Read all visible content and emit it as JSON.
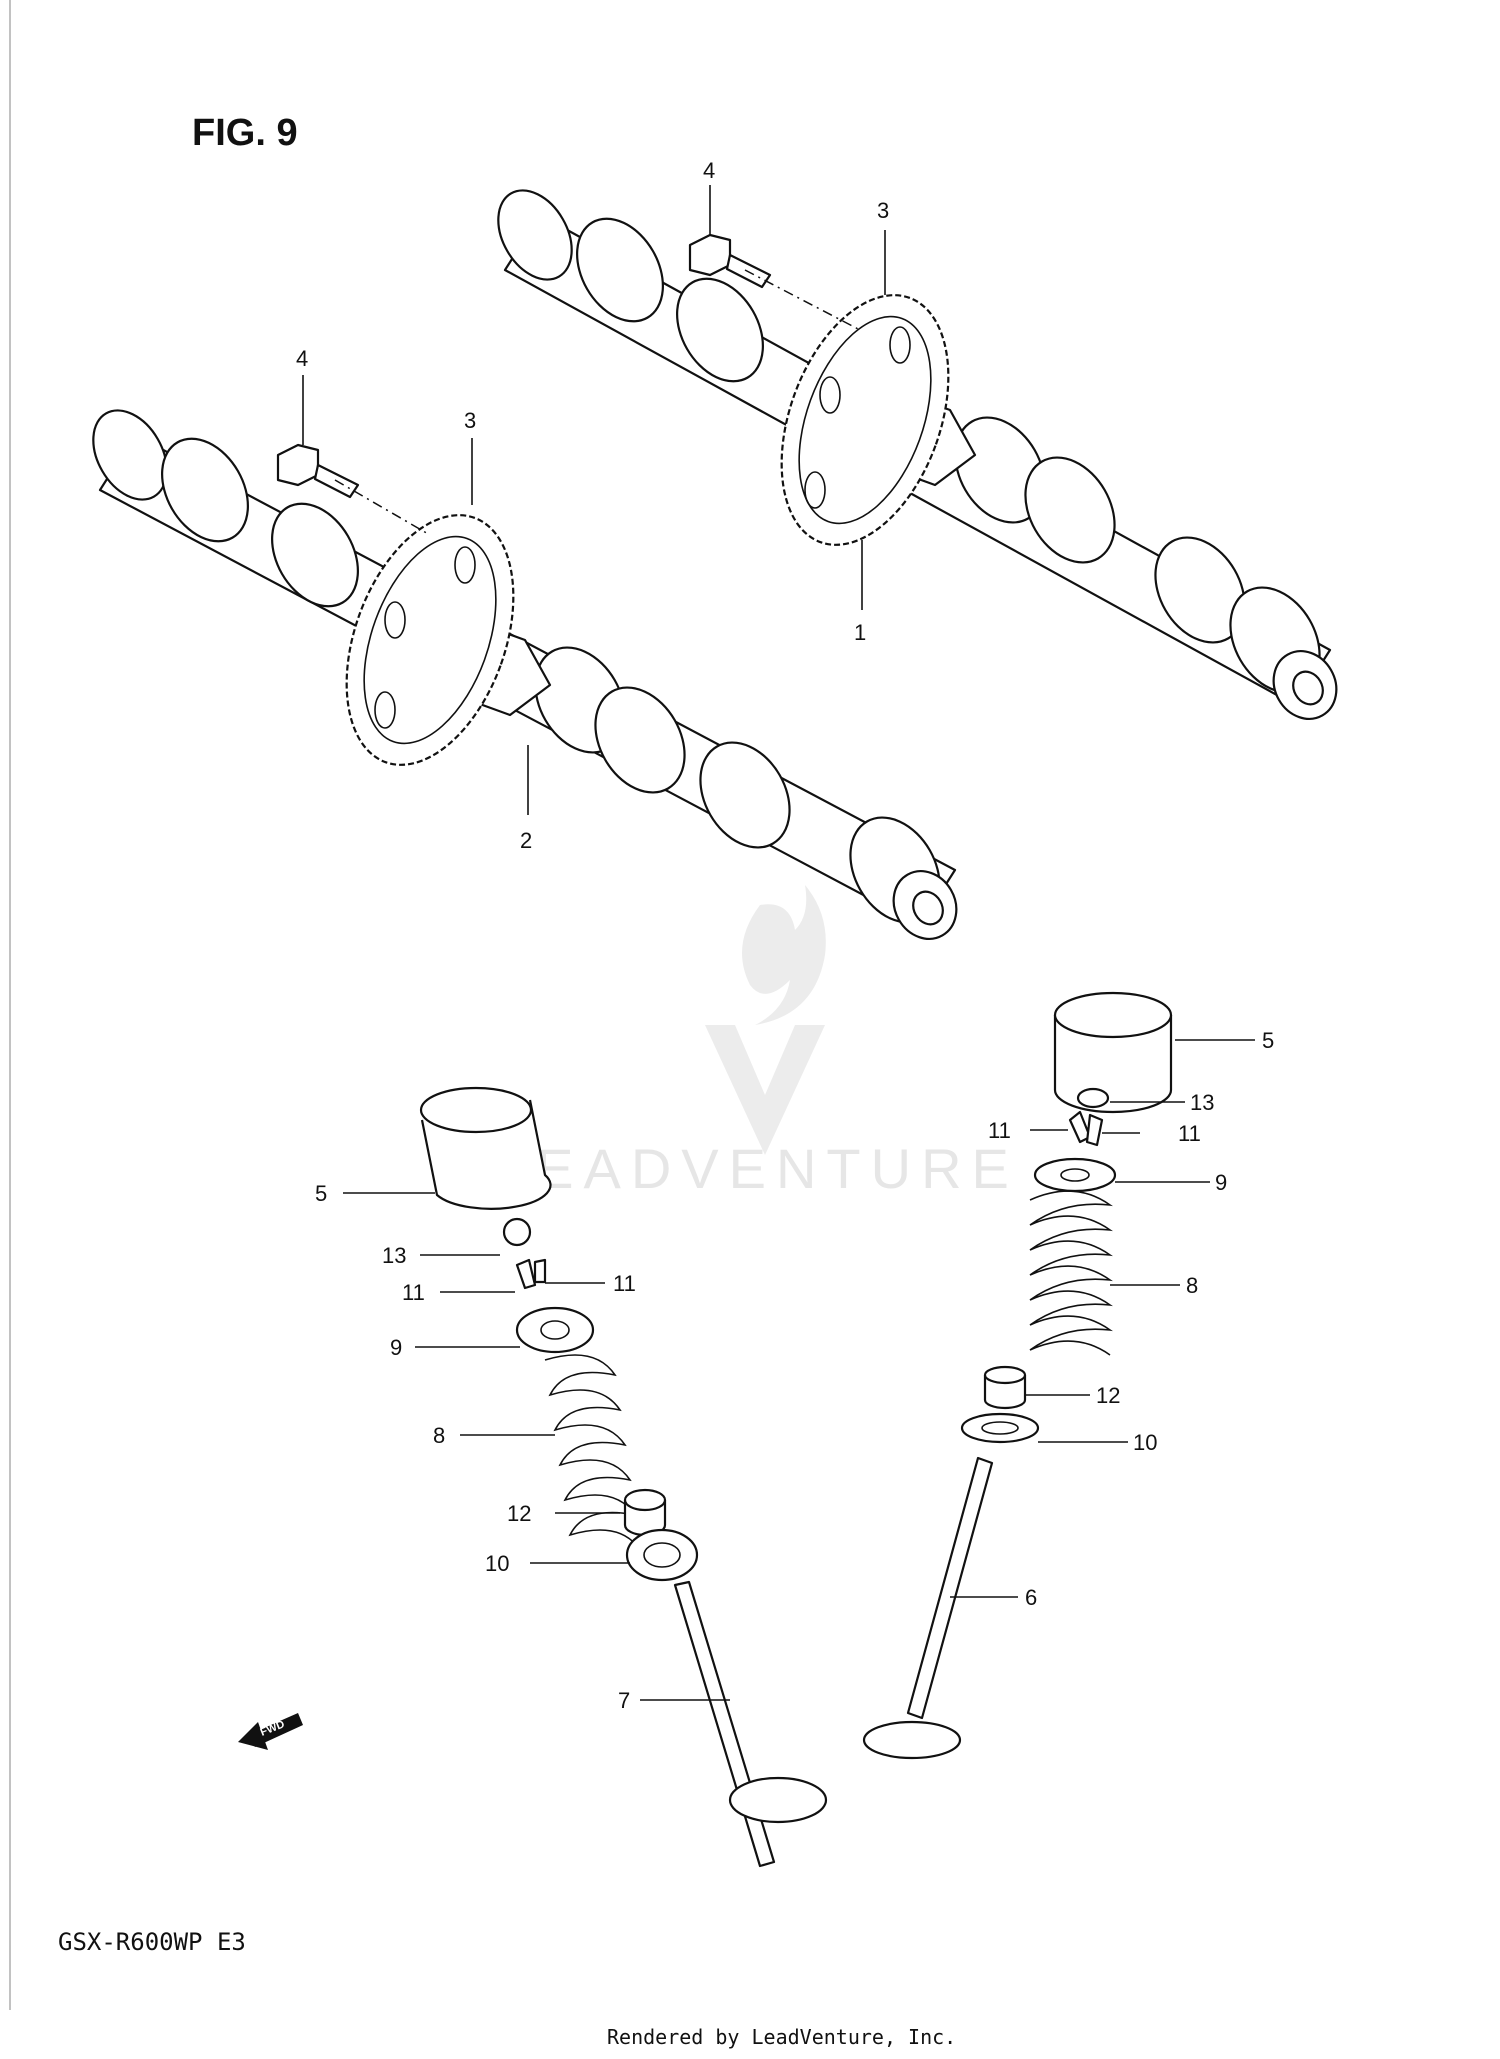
{
  "figure": {
    "title": "FIG. 9",
    "model": "GSX-R600WP  E3",
    "footer": "Rendered by LeadVenture, Inc.",
    "watermark": "LEADVENTURE",
    "direction_badge": "FWD"
  },
  "parts": [
    {
      "ref": "1",
      "part": "intake-camshaft"
    },
    {
      "ref": "2",
      "part": "exhaust-camshaft"
    },
    {
      "ref": "3",
      "part": "cam-sprocket"
    },
    {
      "ref": "4",
      "part": "sprocket-bolt"
    },
    {
      "ref": "5",
      "part": "valve-tappet"
    },
    {
      "ref": "6",
      "part": "intake-valve"
    },
    {
      "ref": "7",
      "part": "exhaust-valve"
    },
    {
      "ref": "8",
      "part": "valve-spring"
    },
    {
      "ref": "9",
      "part": "spring-retainer"
    },
    {
      "ref": "10",
      "part": "spring-seat"
    },
    {
      "ref": "11",
      "part": "valve-cotter"
    },
    {
      "ref": "12",
      "part": "stem-seal"
    },
    {
      "ref": "13",
      "part": "tappet-shim"
    }
  ],
  "colors": {
    "line": "#111111",
    "background": "#ffffff",
    "watermark": "#e6e6e6"
  }
}
